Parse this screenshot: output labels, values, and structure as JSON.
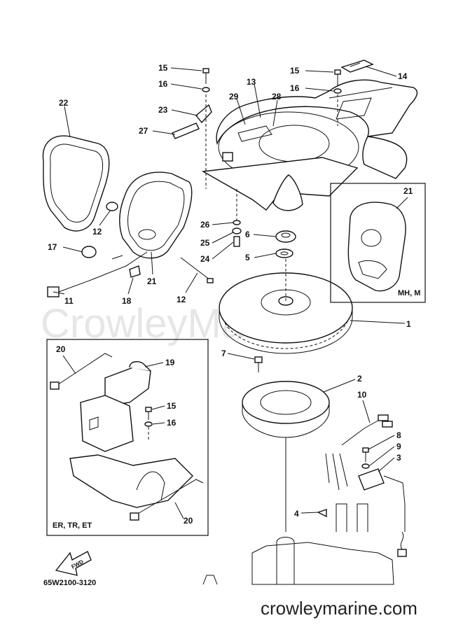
{
  "watermark": "CrowleyMarine",
  "site": "crowleymarine.com",
  "diagram_code": "65W2100-3120",
  "fwd_label": "FWD",
  "inset_right_label": "MH, M",
  "inset_left_label": "ER, TR, ET",
  "callouts": {
    "c1": "1",
    "c2": "2",
    "c3": "3",
    "c4": "4",
    "c5": "5",
    "c6": "6",
    "c7": "7",
    "c8": "8",
    "c9": "9",
    "c10": "10",
    "c11": "11",
    "c12a": "12",
    "c12b": "12",
    "c13": "13",
    "c14": "14",
    "c15a": "15",
    "c15b": "15",
    "c15c": "15",
    "c16a": "16",
    "c16b": "16",
    "c16c": "16",
    "c17": "17",
    "c18": "18",
    "c19": "19",
    "c20a": "20",
    "c20b": "20",
    "c21a": "21",
    "c21b": "21",
    "c22": "22",
    "c23": "23",
    "c24": "24",
    "c25": "25",
    "c26": "26",
    "c27": "27",
    "c28": "28",
    "c29": "29"
  }
}
